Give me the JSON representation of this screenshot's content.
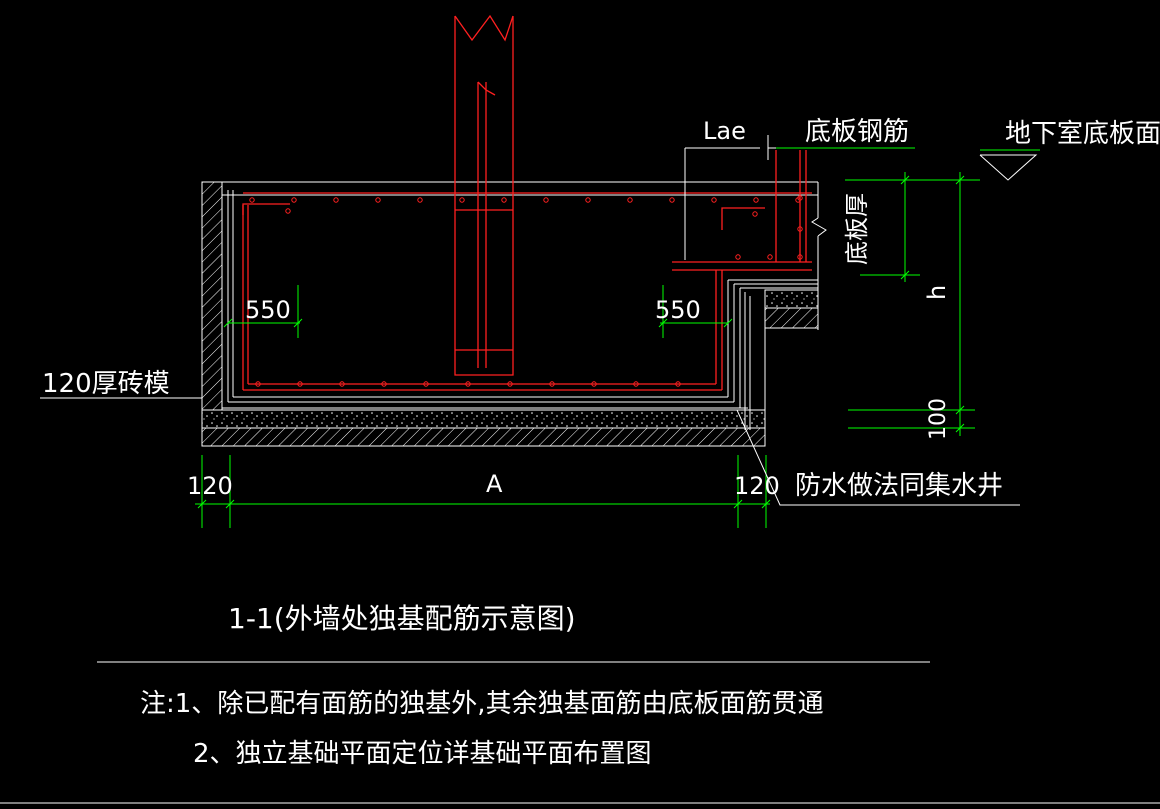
{
  "labels": {
    "lae": "Lae",
    "slab_rebar": "底板钢筋",
    "basement_floor": "地下室底板面",
    "slab_thickness": "底板厚",
    "h": "h",
    "dim_550_left": "550",
    "dim_550_right": "550",
    "brick_mold": "120厚砖模",
    "dim_100": "100",
    "dim_120_left": "120",
    "dim_A": "A",
    "dim_120_right": "120",
    "waterproof": "防水做法同集水井"
  },
  "title": "1-1(外墙处独基配筋示意图)",
  "notes": {
    "line1": "注:1、除已配有面筋的独基外,其余独基面筋由底板面筋贯通",
    "line2": "2、独立基础平面定位详基础平面布置图"
  },
  "colors": {
    "background": "#000000",
    "outline": "#ffffff",
    "rebar": "#ff2020",
    "dimension": "#00ff00"
  }
}
